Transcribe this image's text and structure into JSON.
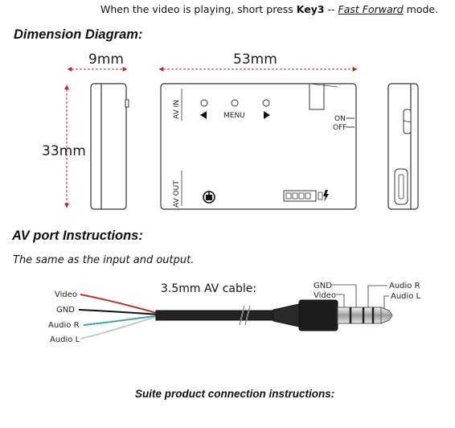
{
  "intro": {
    "prefix": "When the video is playing, short press ",
    "key": "Key3",
    "sep": " -- ",
    "mode": "Fast Forward",
    "suffix": " mode."
  },
  "dimension": {
    "title": "Dimension Diagram:",
    "width_label": "9mm",
    "length_label": "53mm",
    "height_label": "33mm"
  },
  "device": {
    "av_in": "AV IN",
    "av_out": "AV OUT",
    "menu": "MENU",
    "on": "ON",
    "off": "OFF"
  },
  "av_port": {
    "title": "AV port Instructions:",
    "description": "The same as the input and output.",
    "cable_label": "3.5mm AV  cable:",
    "wires": [
      "Video",
      "GND",
      "Audio R",
      "Audio L"
    ],
    "plug_left": [
      "GND",
      "Video"
    ],
    "plug_right": [
      "Audio R",
      "Audio L"
    ],
    "colors": {
      "video": "#c0302a",
      "gnd": "#111111",
      "audio_r": "#3ab8b0",
      "audio_l": "#ffffff"
    }
  },
  "suite": {
    "title": "Suite product connection instructions:"
  }
}
